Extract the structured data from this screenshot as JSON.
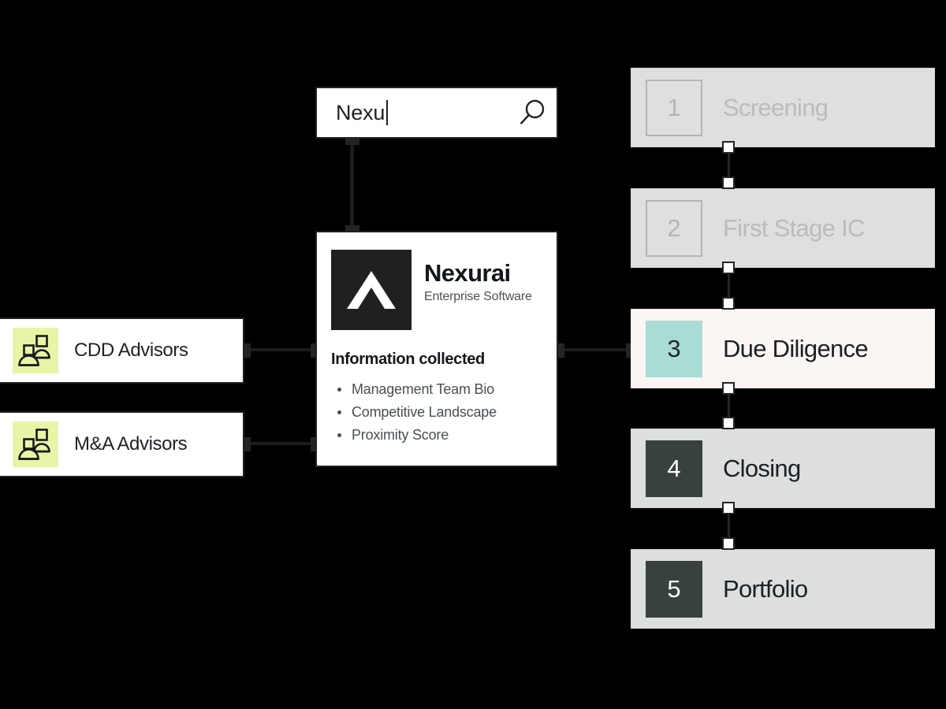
{
  "colors": {
    "background": "#000000",
    "card_bg": "#ffffff",
    "ink": "#1f2020",
    "advisor_icon_tile": "#e8f5a6",
    "step_inactive_bg": "#dde0df",
    "step_inactive_fg": "#b9bcbb",
    "step_active_bg": "#fbf6f4",
    "step_active_tile": "#a9dcd4",
    "step_done_tile": "#38413f",
    "connector": "#242424"
  },
  "search": {
    "value": "Nexu",
    "icon": "search-icon",
    "has_caret": true
  },
  "company": {
    "logo_icon": "chevron-up-logo-icon",
    "name": "Nexurai",
    "subtitle": "Enterprise Software",
    "info_heading": "Information collected",
    "info_items": [
      "Management Team Bio",
      "Competitive Landscape",
      "Proximity Score"
    ]
  },
  "advisors": [
    {
      "label": "CDD Advisors",
      "icon": "people-group-icon"
    },
    {
      "label": "M&A Advisors",
      "icon": "people-group-icon"
    }
  ],
  "pipeline": {
    "steps": [
      {
        "number": "1",
        "label": "Screening",
        "state": "inactive"
      },
      {
        "number": "2",
        "label": "First Stage IC",
        "state": "inactive"
      },
      {
        "number": "3",
        "label": "Due Diligence",
        "state": "active"
      },
      {
        "number": "4",
        "label": "Closing",
        "state": "done"
      },
      {
        "number": "5",
        "label": "Portfolio",
        "state": "done"
      }
    ]
  }
}
